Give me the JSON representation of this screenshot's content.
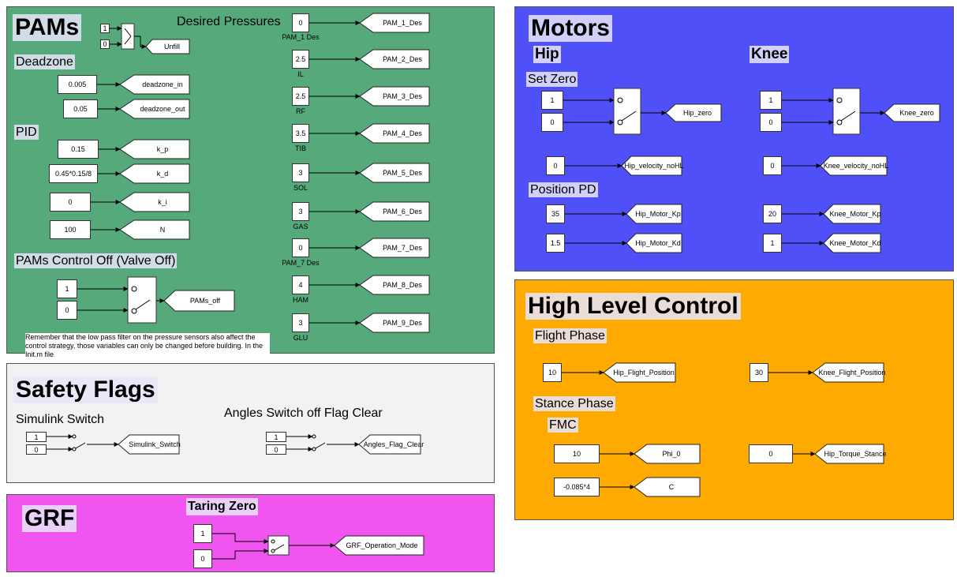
{
  "colors": {
    "pams_bg": "#55a97b",
    "motors_bg": "#5050f8",
    "safety_bg": "#f2f2f2",
    "grf_bg": "#f055f0",
    "hlc_bg": "#ffaa00",
    "highlight": "#e6e6fa"
  },
  "pams": {
    "title": "PAMs",
    "desired_pressures": "Desired Pressures",
    "unfill": {
      "const_a": "1",
      "const_b": "0",
      "goto": "Unfill"
    },
    "deadzone": {
      "label": "Deadzone",
      "in_value": "0.005",
      "in_goto": "deadzone_in",
      "out_value": "0.05",
      "out_goto": "deadzone_out"
    },
    "pid": {
      "label": "PID",
      "rows": [
        {
          "value": "0.15",
          "goto": "k_p"
        },
        {
          "value": "0.45*0.15/8",
          "goto": "k_d"
        },
        {
          "value": "0",
          "goto": "k_i"
        },
        {
          "value": "100",
          "goto": "N"
        }
      ]
    },
    "control_off": {
      "label": "PAMs Control Off (Valve Off)",
      "const_a": "1",
      "const_b": "0",
      "goto": "PAMs_off"
    },
    "note": "Remember that the low pass filter on the pressure sensors also affect the control strategy, those variables can only be changed before building. In the Init.m file",
    "pressures": [
      {
        "value": "0",
        "name": "PAM_1 Des",
        "goto": "PAM_1_Des"
      },
      {
        "value": "2.5",
        "name": "IL",
        "goto": "PAM_2_Des"
      },
      {
        "value": "2.5",
        "name": "RF",
        "goto": "PAM_3_Des"
      },
      {
        "value": "3.5",
        "name": "TIB",
        "goto": "PAM_4_Des"
      },
      {
        "value": "3",
        "name": "SOL",
        "goto": "PAM_5_Des"
      },
      {
        "value": "3",
        "name": "GAS",
        "goto": "PAM_6_Des"
      },
      {
        "value": "0",
        "name": "PAM_7 Des",
        "goto": "PAM_7_Des"
      },
      {
        "value": "4",
        "name": "HAM",
        "goto": "PAM_8_Des"
      },
      {
        "value": "3",
        "name": "GLU",
        "goto": "PAM_9_Des"
      }
    ]
  },
  "motors": {
    "title": "Motors",
    "hip_label": "Hip",
    "knee_label": "Knee",
    "set_zero_label": "Set Zero",
    "position_pd_label": "Position PD",
    "hip": {
      "zero_a": "1",
      "zero_b": "0",
      "zero_goto": "Hip_zero",
      "vel_value": "0",
      "vel_goto": "Hip_velocity_noHL",
      "kp_value": "35",
      "kp_goto": "Hip_Motor_Kp",
      "kd_value": "1.5",
      "kd_goto": "Hip_Motor_Kd"
    },
    "knee": {
      "zero_a": "1",
      "zero_b": "0",
      "zero_goto": "Knee_zero",
      "vel_value": "0",
      "vel_goto": "Knee_velocity_noHL",
      "kp_value": "20",
      "kp_goto": "Knee_Motor_Kp",
      "kd_value": "1",
      "kd_goto": "Knee_Motor_Kd"
    }
  },
  "safety": {
    "title": "Safety Flags",
    "simulink_label": "Simulink Switch",
    "angles_label": "Angles Switch off Flag Clear",
    "sim": {
      "a": "1",
      "b": "0",
      "goto": "Simulink_Switch"
    },
    "angles": {
      "a": "1",
      "b": "0",
      "goto": "Angles_Flag_Clear"
    }
  },
  "grf": {
    "title": "GRF",
    "taring_label": "Taring Zero",
    "a": "1",
    "b": "0",
    "goto": "GRF_Operation_Mode"
  },
  "hlc": {
    "title": "High Level Control",
    "flight_label": "Flight Phase",
    "stance_label": "Stance Phase",
    "fmc_label": "FMC",
    "hip_flight": {
      "value": "10",
      "goto": "Hip_Flight_Position"
    },
    "knee_flight": {
      "value": "30",
      "goto": "Knee_Flight_Position"
    },
    "phi": {
      "value": "10",
      "goto": "Phi_0"
    },
    "c": {
      "value": "-0.085*4",
      "goto": "C"
    },
    "hip_torque": {
      "value": "0",
      "goto": "Hip_Torque_Stance"
    }
  }
}
